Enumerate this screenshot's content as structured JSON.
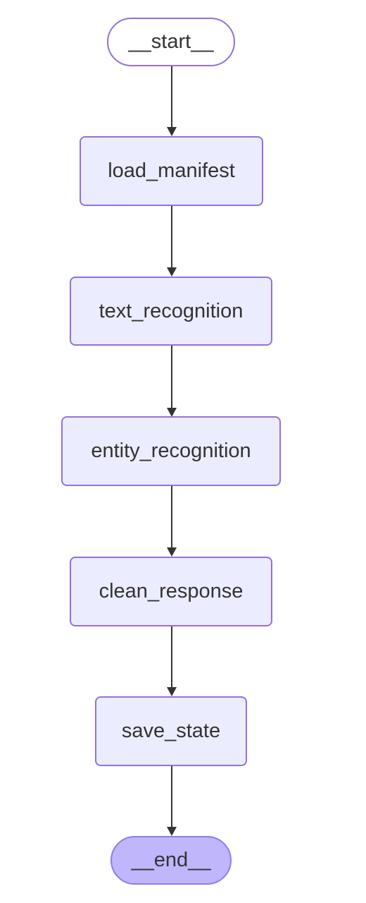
{
  "diagram": {
    "type": "flowchart",
    "direction": "top-to-bottom",
    "colors": {
      "node_fill": "#ECECFF",
      "node_border": "#9370DB",
      "start_fill": "#FFFFFF",
      "end_fill": "#BFB6FC",
      "edge": "#333333",
      "text": "#333333"
    },
    "nodes": {
      "start": "__start__",
      "load_manifest": "load_manifest",
      "text_recognition": "text_recognition",
      "entity_recognition": "entity_recognition",
      "clean_response": "clean_response",
      "save_state": "save_state",
      "end": "__end__"
    },
    "edges": [
      [
        "start",
        "load_manifest"
      ],
      [
        "load_manifest",
        "text_recognition"
      ],
      [
        "text_recognition",
        "entity_recognition"
      ],
      [
        "entity_recognition",
        "clean_response"
      ],
      [
        "clean_response",
        "save_state"
      ],
      [
        "save_state",
        "end"
      ]
    ]
  }
}
